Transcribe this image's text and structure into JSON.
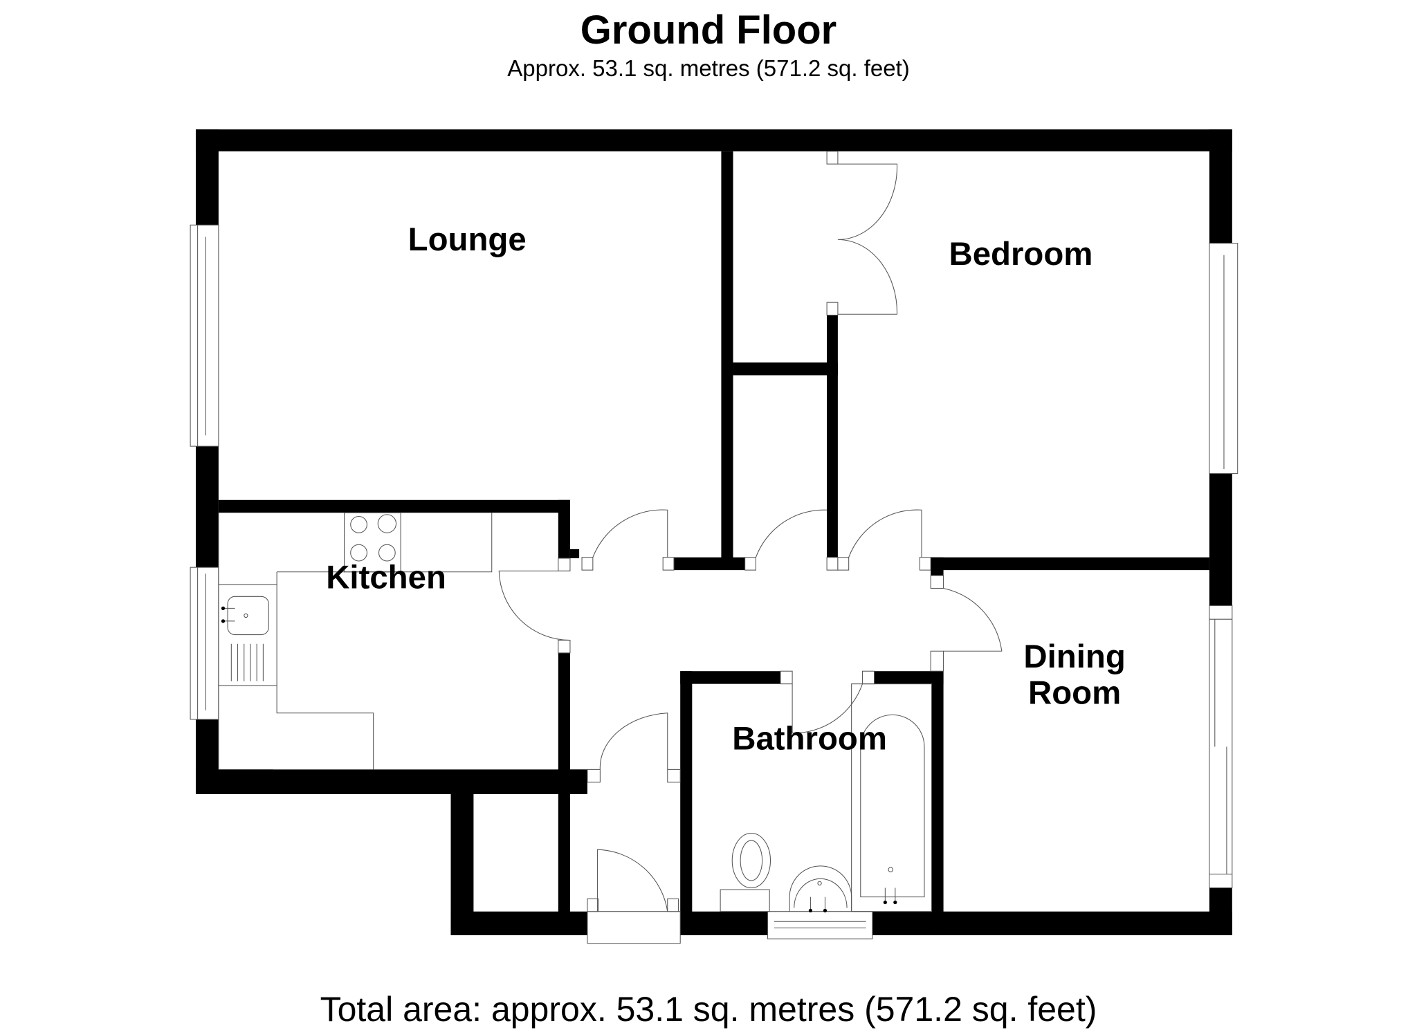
{
  "header": {
    "title": "Ground Floor",
    "subtitle": "Approx. 53.1 sq. metres (571.2 sq. feet)"
  },
  "rooms": [
    {
      "name": "Lounge",
      "label": "Lounge"
    },
    {
      "name": "Bedroom",
      "label": "Bedroom"
    },
    {
      "name": "Kitchen",
      "label": "Kitchen"
    },
    {
      "name": "Dining Room",
      "label_line1": "Dining",
      "label_line2": "Room"
    },
    {
      "name": "Bathroom",
      "label": "Bathroom"
    }
  ],
  "footer": {
    "total_area": "Total area: approx. 53.1 sq. metres (571.2 sq. feet)"
  },
  "colors": {
    "wall": "#000000",
    "fixture_line": "#555555",
    "background": "#ffffff"
  }
}
